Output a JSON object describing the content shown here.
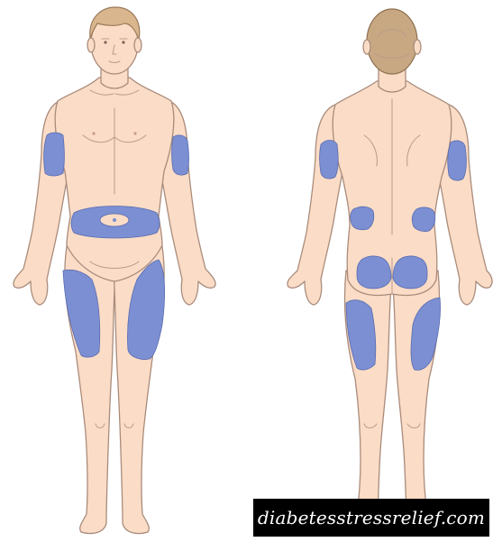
{
  "figure": {
    "colors": {
      "skin": "#fbdcc6",
      "outline": "#a98c7c",
      "injection_zone": "#7b8fd2",
      "zone_outline": "#5a6cb0",
      "hair_front": "#d9b68e",
      "hair_back": "#c7a882"
    },
    "views": [
      {
        "name": "front",
        "zones": [
          "left-upper-arm",
          "right-upper-arm",
          "abdomen",
          "left-thigh",
          "right-thigh"
        ]
      },
      {
        "name": "back",
        "zones": [
          "left-upper-arm",
          "right-upper-arm",
          "left-flank",
          "right-flank",
          "left-buttock",
          "right-buttock",
          "left-thigh",
          "right-thigh"
        ]
      }
    ]
  },
  "watermark": {
    "text": "diabetesstressrelief.com",
    "background": "#000000",
    "color": "#ffffff"
  }
}
